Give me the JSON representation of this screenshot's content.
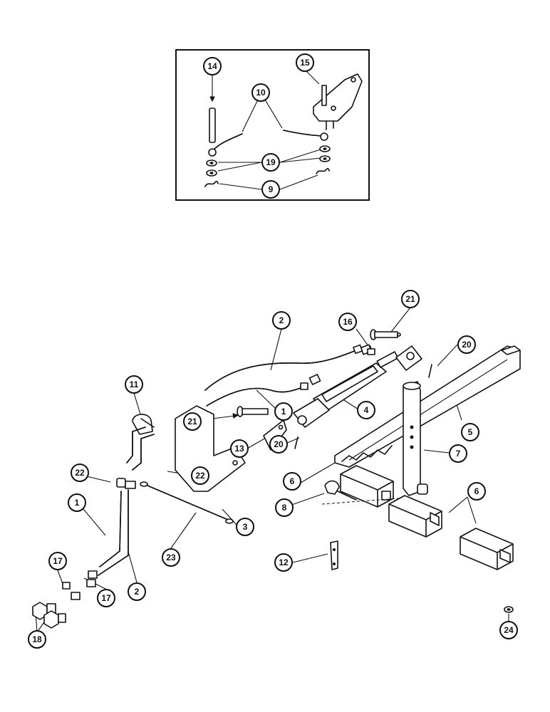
{
  "callouts": [
    {
      "id": "c14",
      "label": "14"
    },
    {
      "id": "c15",
      "label": "15"
    },
    {
      "id": "c10",
      "label": "10"
    },
    {
      "id": "c19",
      "label": "19"
    },
    {
      "id": "c9",
      "label": "9"
    },
    {
      "id": "c21a",
      "label": "21"
    },
    {
      "id": "c2a",
      "label": "2"
    },
    {
      "id": "c16",
      "label": "16"
    },
    {
      "id": "c20a",
      "label": "20"
    },
    {
      "id": "c11",
      "label": "11"
    },
    {
      "id": "c1a",
      "label": "1"
    },
    {
      "id": "c4",
      "label": "4"
    },
    {
      "id": "c21b",
      "label": "21"
    },
    {
      "id": "c13",
      "label": "13"
    },
    {
      "id": "c20b",
      "label": "20"
    },
    {
      "id": "c5",
      "label": "5"
    },
    {
      "id": "c7",
      "label": "7"
    },
    {
      "id": "c22a",
      "label": "22"
    },
    {
      "id": "c22b",
      "label": "22"
    },
    {
      "id": "c6a",
      "label": "6"
    },
    {
      "id": "c6b",
      "label": "6"
    },
    {
      "id": "c1b",
      "label": "1"
    },
    {
      "id": "c3",
      "label": "3"
    },
    {
      "id": "c8",
      "label": "8"
    },
    {
      "id": "c23",
      "label": "23"
    },
    {
      "id": "c17a",
      "label": "17"
    },
    {
      "id": "c2b",
      "label": "2"
    },
    {
      "id": "c12",
      "label": "12"
    },
    {
      "id": "c17b",
      "label": "17"
    },
    {
      "id": "c18",
      "label": "18"
    },
    {
      "id": "c24",
      "label": "24"
    }
  ]
}
